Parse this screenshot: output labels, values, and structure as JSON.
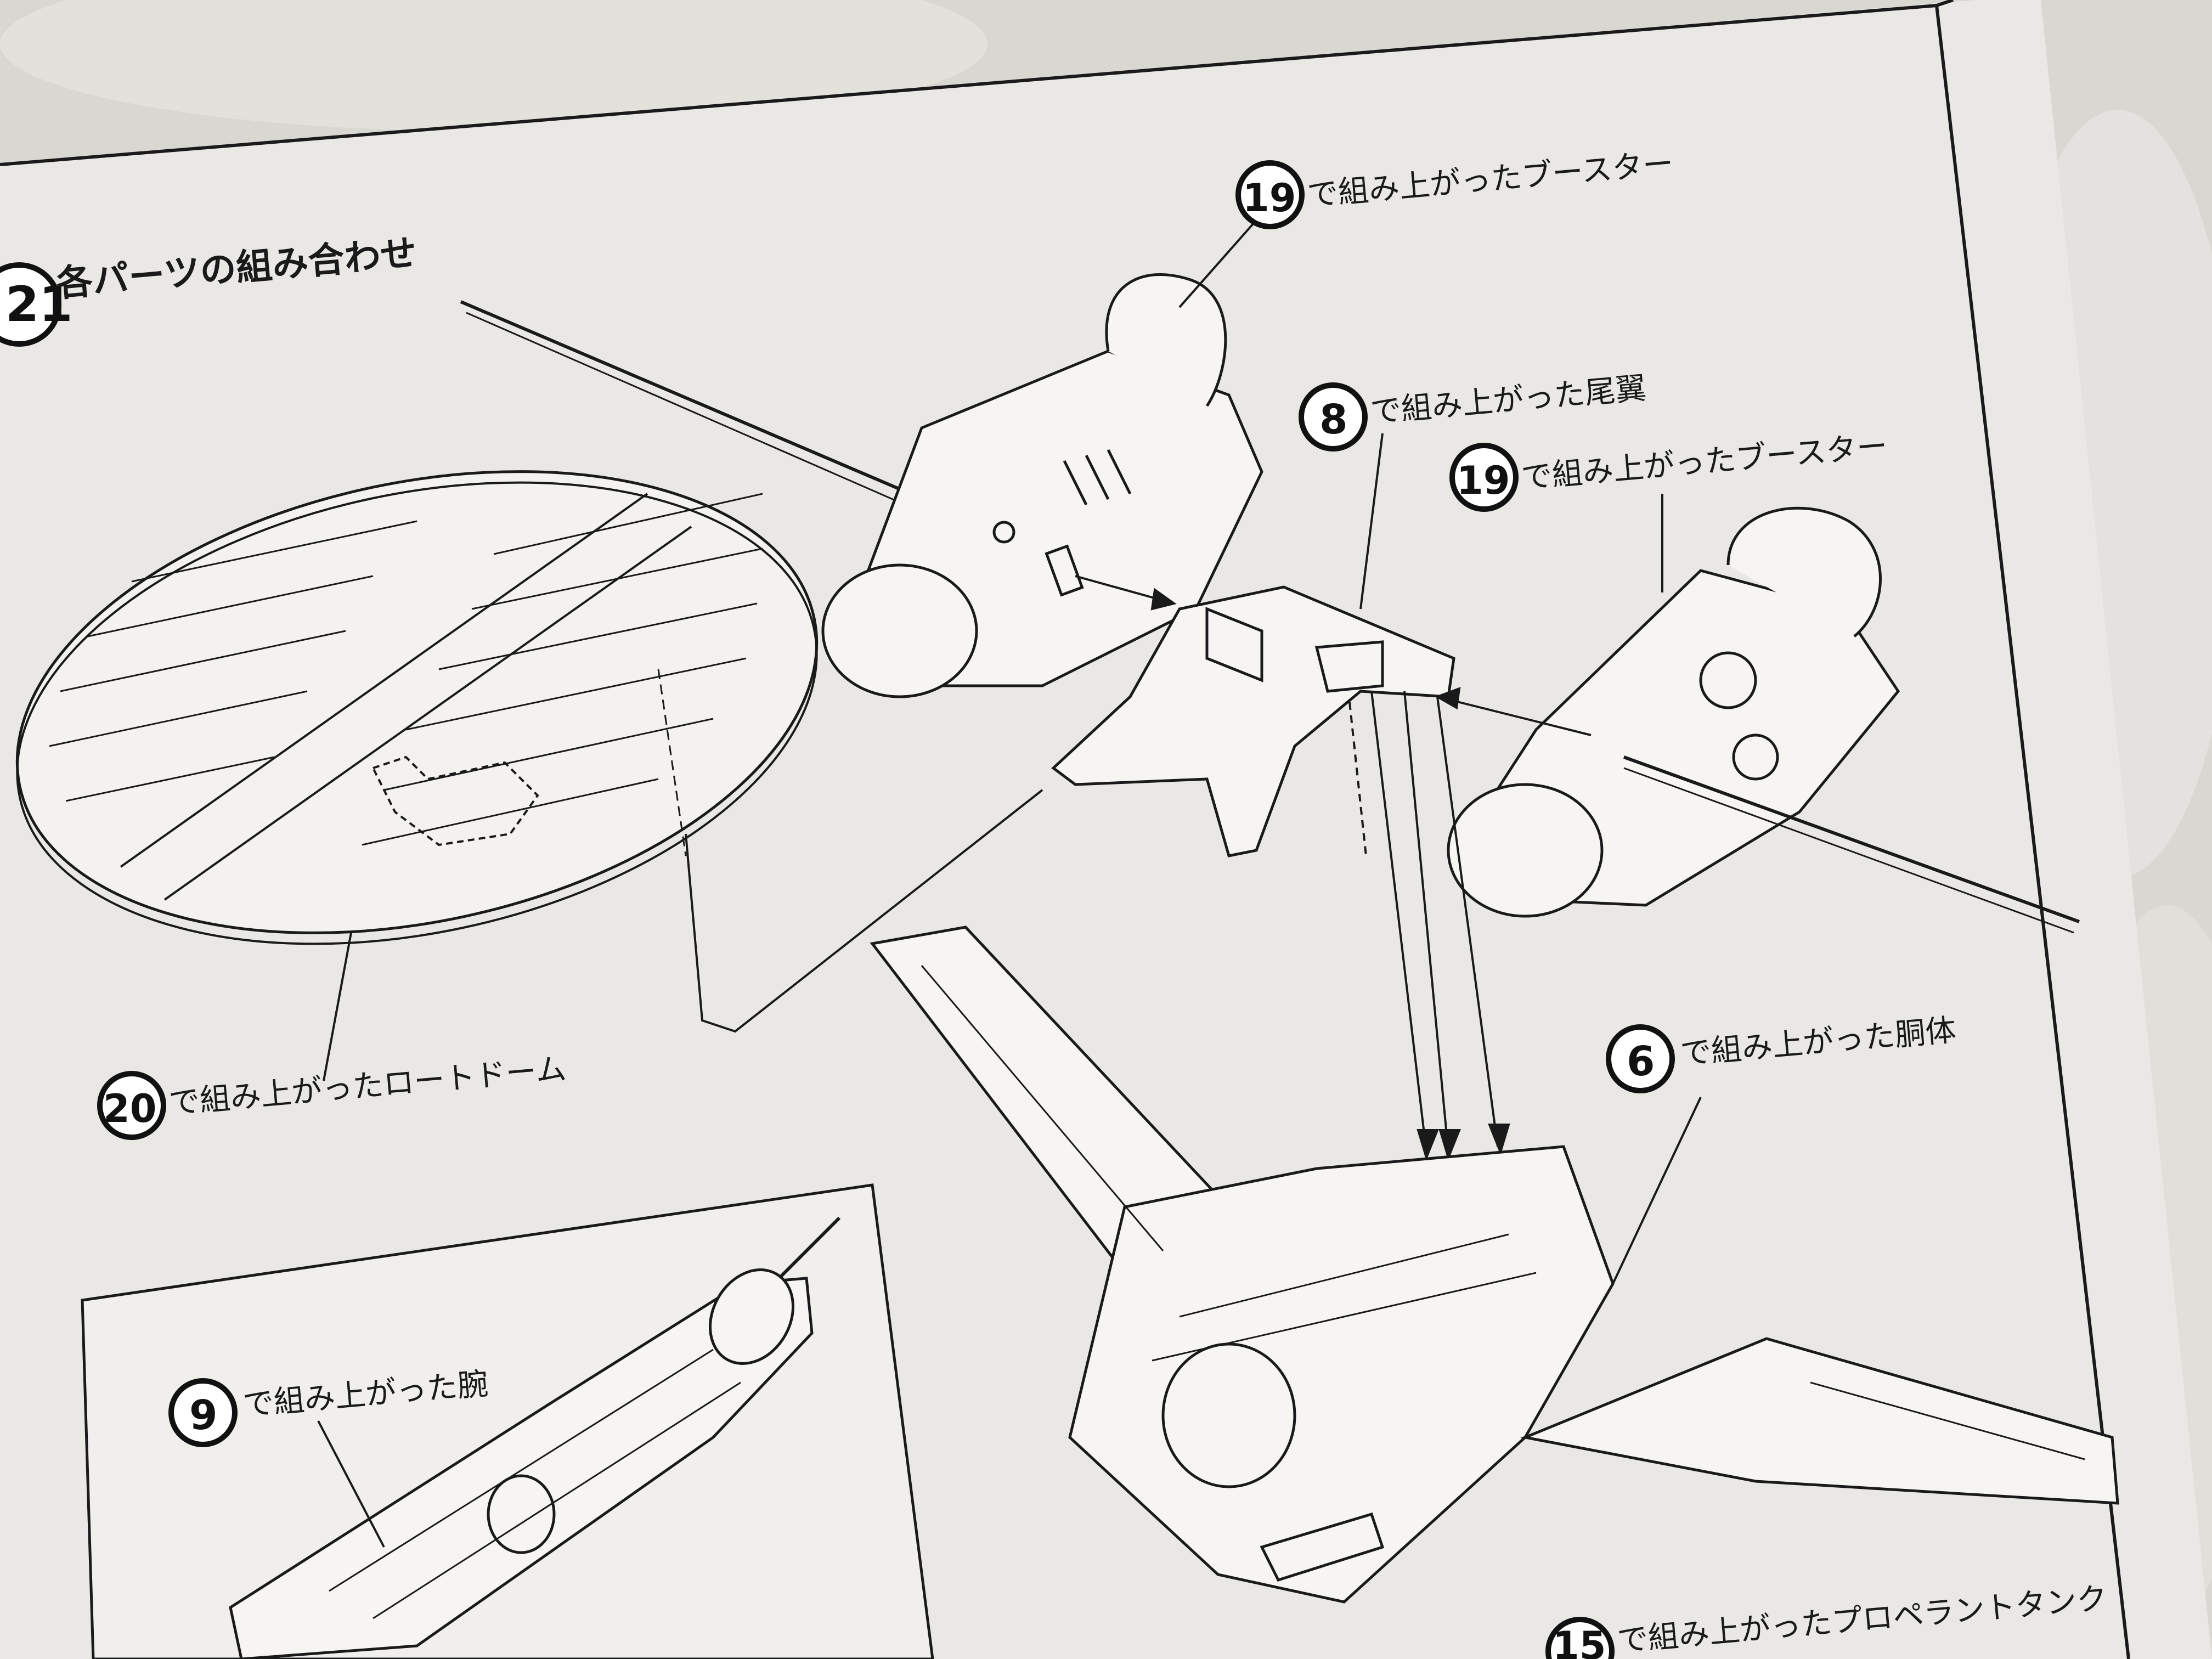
{
  "section": {
    "step_number": "21",
    "title": "各パーツの組み合わせ"
  },
  "callouts": [
    {
      "number": "19",
      "text": "で組み上がったブースター"
    },
    {
      "number": "8",
      "text": "で組み上がった尾翼"
    },
    {
      "number": "19",
      "text": "で組み上がったブースター"
    },
    {
      "number": "20",
      "text": "で組み上がったロートドーム"
    },
    {
      "number": "6",
      "text": "で組み上がった胴体"
    },
    {
      "number": "9",
      "text": "で組み上がった腕"
    },
    {
      "number": "15",
      "text": "で組み上がったプロペラントタンク"
    }
  ],
  "colors": {
    "paper": "#e9e8e4",
    "ink": "#1a1a1a",
    "backdrop": "#d9d7d2"
  }
}
